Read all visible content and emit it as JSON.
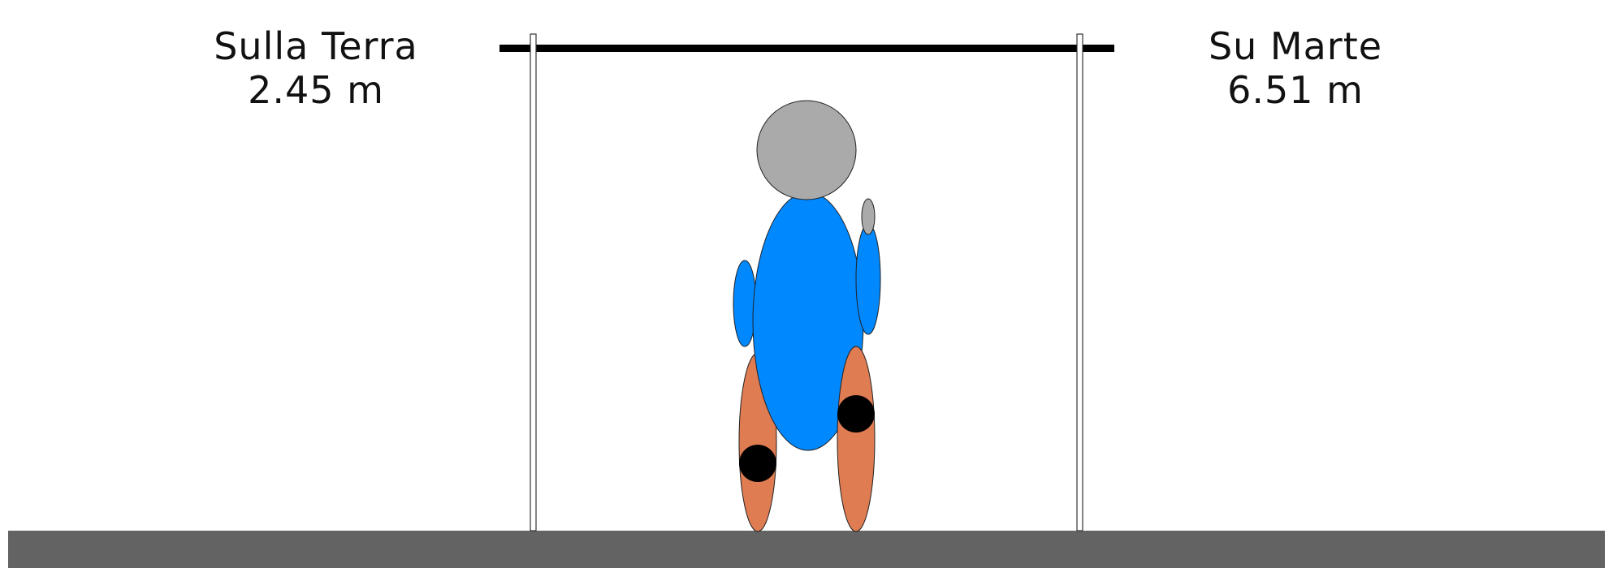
{
  "labels": {
    "earth": {
      "place": "Sulla Terra",
      "height": "2.45 m"
    },
    "mars": {
      "place": "Su Marte",
      "height": "6.51 m"
    }
  },
  "colors": {
    "ground": "#636363",
    "bar": "#000000",
    "head": "#aaaaaa",
    "body": "#0088ff",
    "legs": "#df7c52",
    "knees": "#000000",
    "posts": "#ffffff"
  }
}
